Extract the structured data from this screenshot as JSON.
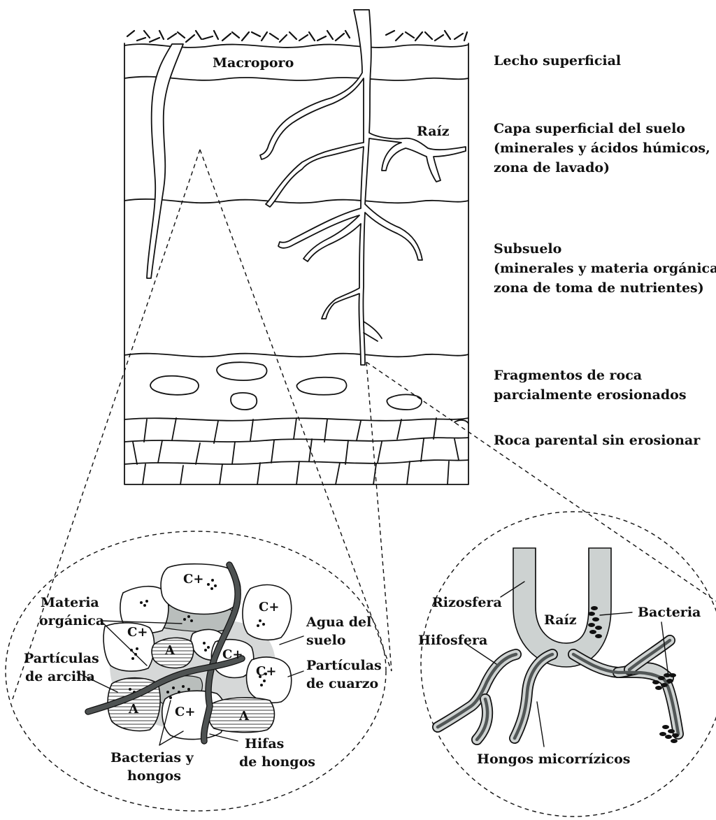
{
  "profile": {
    "macroporo": "Macroporo",
    "raiz": "Raíz"
  },
  "layers": [
    {
      "line1": "Lecho superficial",
      "line2": "",
      "line3": ""
    },
    {
      "line1": "Capa superficial del suelo",
      "line2": "(minerales y ácidos húmicos,",
      "line3": "zona de lavado)"
    },
    {
      "line1": "Subsuelo",
      "line2": "(minerales y materia orgánica,",
      "line3": "zona de toma de nutrientes)"
    },
    {
      "line1": "Fragmentos de roca",
      "line2": "parcialmente erosionados",
      "line3": ""
    },
    {
      "line1": "Roca parental sin erosionar",
      "line2": "",
      "line3": ""
    }
  ],
  "aggregate": {
    "materia_1": "Materia",
    "materia_2": "orgánica",
    "arcilla_1": "Partículas",
    "arcilla_2": "de arcilla",
    "agua_1": "Agua del",
    "agua_2": "suelo",
    "cuarzo_1": "Partículas",
    "cuarzo_2": "de cuarzo",
    "bact_1": "Bacterias y",
    "bact_2": "hongos",
    "hifas_1": "Hifas",
    "hifas_2": "de hongos",
    "quartz_mark": "C+",
    "clay_mark": "A"
  },
  "rhizo": {
    "rizosfera": "Rizosfera",
    "raiz": "Raíz",
    "bacteria": "Bacteria",
    "hifosfera": "Hifosfera",
    "hongos": "Hongos micorrízicos"
  }
}
